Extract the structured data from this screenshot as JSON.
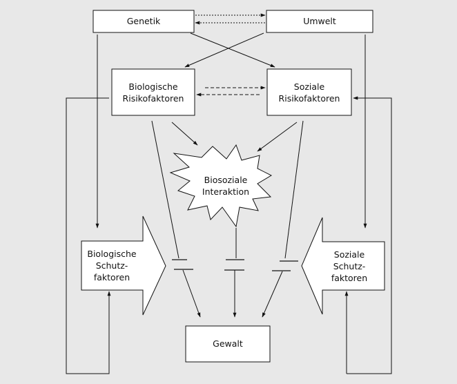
{
  "nodes": {
    "genetik": "Genetik",
    "umwelt": "Umwelt",
    "bio_risiko": [
      "Biologische",
      "Risikofaktoren"
    ],
    "soz_risiko": [
      "Soziale",
      "Risikofaktoren"
    ],
    "biosozial": [
      "Biosoziale",
      "Interaktion"
    ],
    "bio_schutz": [
      "Biologische",
      "Schutz-",
      "faktoren"
    ],
    "soz_schutz": [
      "Soziale",
      "Schutz-",
      "faktoren"
    ],
    "gewalt": "Gewalt"
  },
  "colors": {
    "background": "#e8e8e8",
    "box_fill": "#ffffff",
    "stroke": "#111111"
  }
}
